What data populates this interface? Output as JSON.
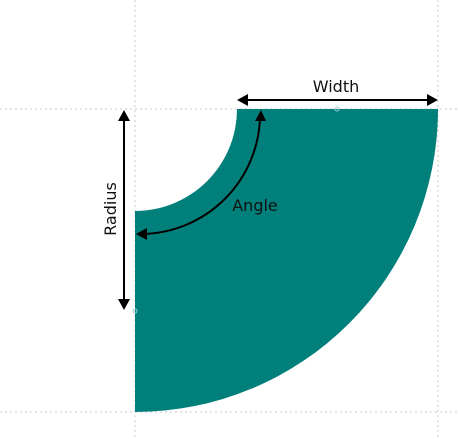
{
  "shape": {
    "name": "curved-segment",
    "fill_color": "#007f7b"
  },
  "dimensions": {
    "width_label": "Width",
    "radius_label": "Radius",
    "angle_label": "Angle"
  },
  "colors": {
    "guide": "#c8c8c8",
    "dimension_line": "#000000",
    "background": "#ffffff"
  }
}
